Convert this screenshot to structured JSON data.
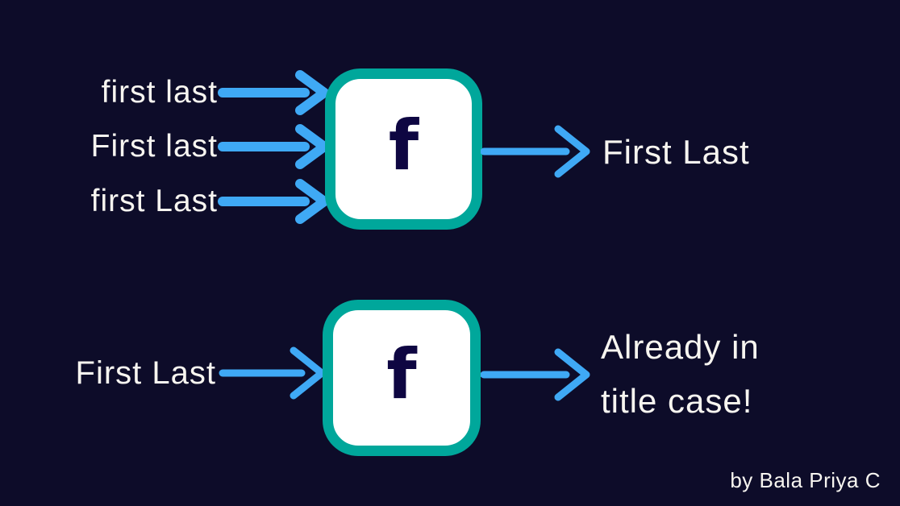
{
  "colors": {
    "background": "#0d0c29",
    "arrow_blue": "#3fa9f5",
    "box_border_teal": "#00a79b",
    "box_fill": "#ffffff",
    "function_symbol_navy": "#0e0642",
    "text_white": "#f7f5f0"
  },
  "top_function": {
    "inputs": [
      "first last",
      "First last",
      "first Last"
    ],
    "symbol": "f",
    "output": "First Last"
  },
  "bottom_function": {
    "input": "First Last",
    "symbol": "f",
    "output_lines": [
      "Already in",
      "title case!"
    ]
  },
  "credit": "by Bala Priya C"
}
